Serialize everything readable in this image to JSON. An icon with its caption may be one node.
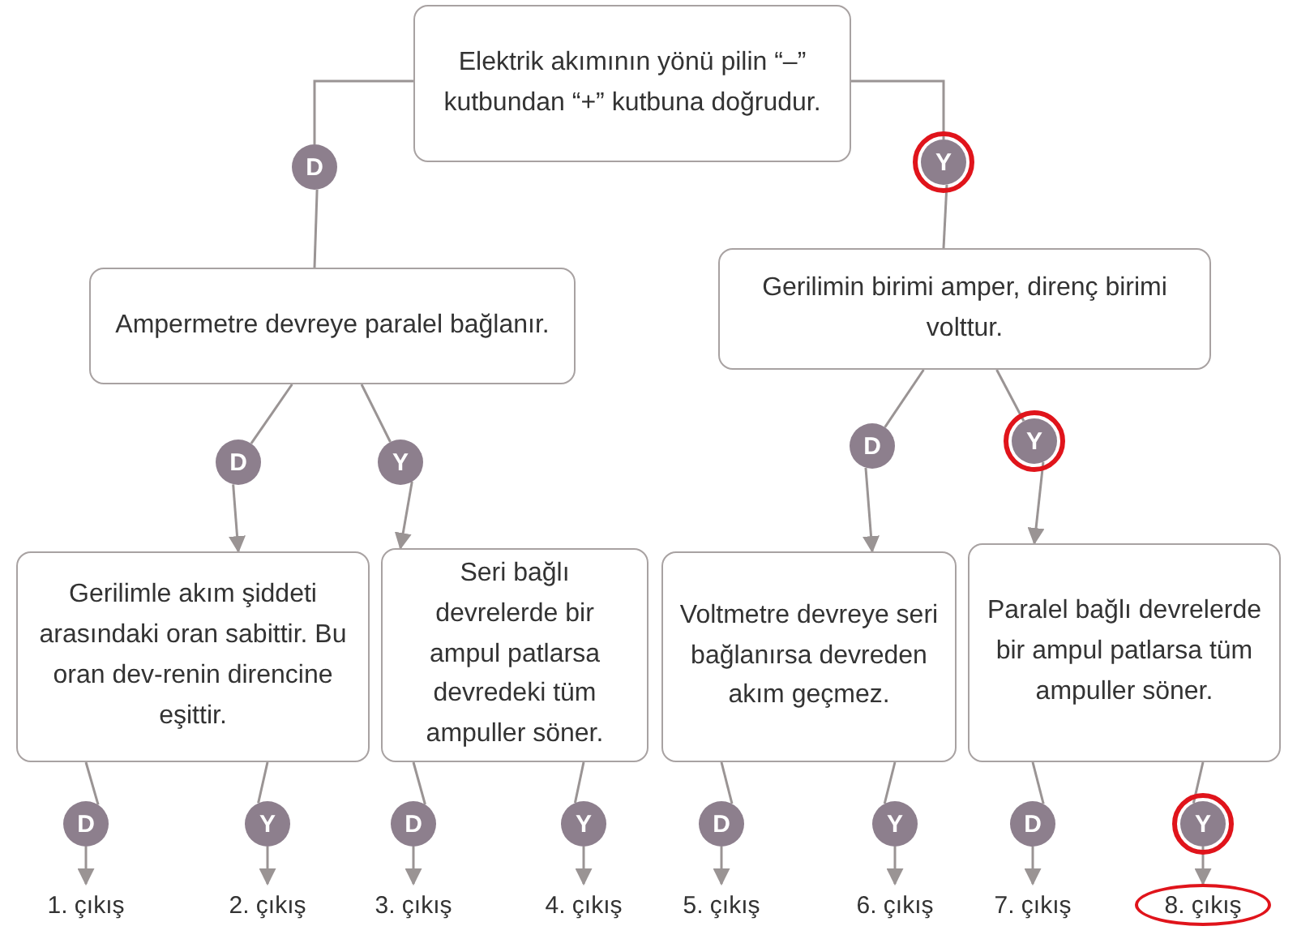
{
  "diagram": {
    "nodes": [
      {
        "text": [
          "Elektrik akımının yönü pilin “–” kutbundan “+” kutbuna doğrudur."
        ]
      },
      {
        "text": [
          "D"
        ]
      },
      {
        "text": [
          "Y"
        ]
      },
      {
        "text": [
          "Ampermetre devreye paralel bağlanır."
        ]
      },
      {
        "text": [
          "Gerilimin birimi amper, direnç birimi volttur."
        ]
      },
      {
        "text": [
          "D"
        ]
      },
      {
        "text": [
          "Y"
        ]
      },
      {
        "text": [
          "D"
        ]
      },
      {
        "text": [
          "Y"
        ]
      },
      {
        "text": [
          "Gerilimle akım şiddeti arasındaki oran sabittir. Bu oran dev-renin direncine eşittir."
        ]
      },
      {
        "text": [
          "Seri bağlı devrelerde bir ampul patlarsa devredeki tüm ampuller söner."
        ]
      },
      {
        "text": [
          "Voltmetre devreye seri bağlanırsa devreden akım geçmez."
        ]
      },
      {
        "text": [
          "Paralel bağlı devrelerde bir ampul patlarsa tüm ampuller söner."
        ]
      },
      {
        "text": [
          "D"
        ]
      },
      {
        "text": [
          "Y"
        ]
      },
      {
        "text": [
          "D"
        ]
      },
      {
        "text": [
          "Y"
        ]
      },
      {
        "text": [
          "D"
        ]
      },
      {
        "text": [
          "Y"
        ]
      },
      {
        "text": [
          "D"
        ]
      },
      {
        "text": [
          "Y"
        ]
      },
      {
        "text": [
          "1. çıkış"
        ]
      },
      {
        "text": [
          "2. çıkış"
        ]
      },
      {
        "text": [
          "3. çıkış"
        ]
      },
      {
        "text": [
          "4. çıkış"
        ]
      },
      {
        "text": [
          "5. çıkış"
        ]
      },
      {
        "text": [
          "6. çıkış"
        ]
      },
      {
        "text": [
          "7. çıkış"
        ]
      },
      {
        "text": [
          "8. çıkış"
        ]
      }
    ],
    "edges": [
      {
        "from": 0,
        "to": 1,
        "arrow": "none"
      },
      {
        "from": 1,
        "to": 3,
        "arrow": "none"
      },
      {
        "from": 0,
        "to": 2,
        "arrow": "none"
      },
      {
        "from": 2,
        "to": 4,
        "arrow": "none"
      },
      {
        "from": 3,
        "to": 5,
        "arrow": "none"
      },
      {
        "from": 3,
        "to": 6,
        "arrow": "none"
      },
      {
        "from": 4,
        "to": 7,
        "arrow": "none"
      },
      {
        "from": 4,
        "to": 8,
        "arrow": "none"
      },
      {
        "from": 5,
        "to": 9,
        "arrow": "to"
      },
      {
        "from": 6,
        "to": 10,
        "arrow": "to"
      },
      {
        "from": 7,
        "to": 11,
        "arrow": "to"
      },
      {
        "from": 8,
        "to": 12,
        "arrow": "to"
      },
      {
        "from": 9,
        "to": 13,
        "arrow": "none"
      },
      {
        "from": 9,
        "to": 14,
        "arrow": "none"
      },
      {
        "from": 10,
        "to": 15,
        "arrow": "none"
      },
      {
        "from": 10,
        "to": 16,
        "arrow": "none"
      },
      {
        "from": 11,
        "to": 17,
        "arrow": "none"
      },
      {
        "from": 11,
        "to": 18,
        "arrow": "none"
      },
      {
        "from": 12,
        "to": 19,
        "arrow": "none"
      },
      {
        "from": 12,
        "to": 20,
        "arrow": "none"
      },
      {
        "from": 13,
        "to": 21,
        "arrow": "to"
      },
      {
        "from": 14,
        "to": 22,
        "arrow": "to"
      },
      {
        "from": 15,
        "to": 23,
        "arrow": "to"
      },
      {
        "from": 16,
        "to": 24,
        "arrow": "to"
      },
      {
        "from": 17,
        "to": 25,
        "arrow": "to"
      },
      {
        "from": 18,
        "to": 26,
        "arrow": "to"
      },
      {
        "from": 19,
        "to": 27,
        "arrow": "to"
      },
      {
        "from": 20,
        "to": 28,
        "arrow": "to"
      }
    ]
  }
}
